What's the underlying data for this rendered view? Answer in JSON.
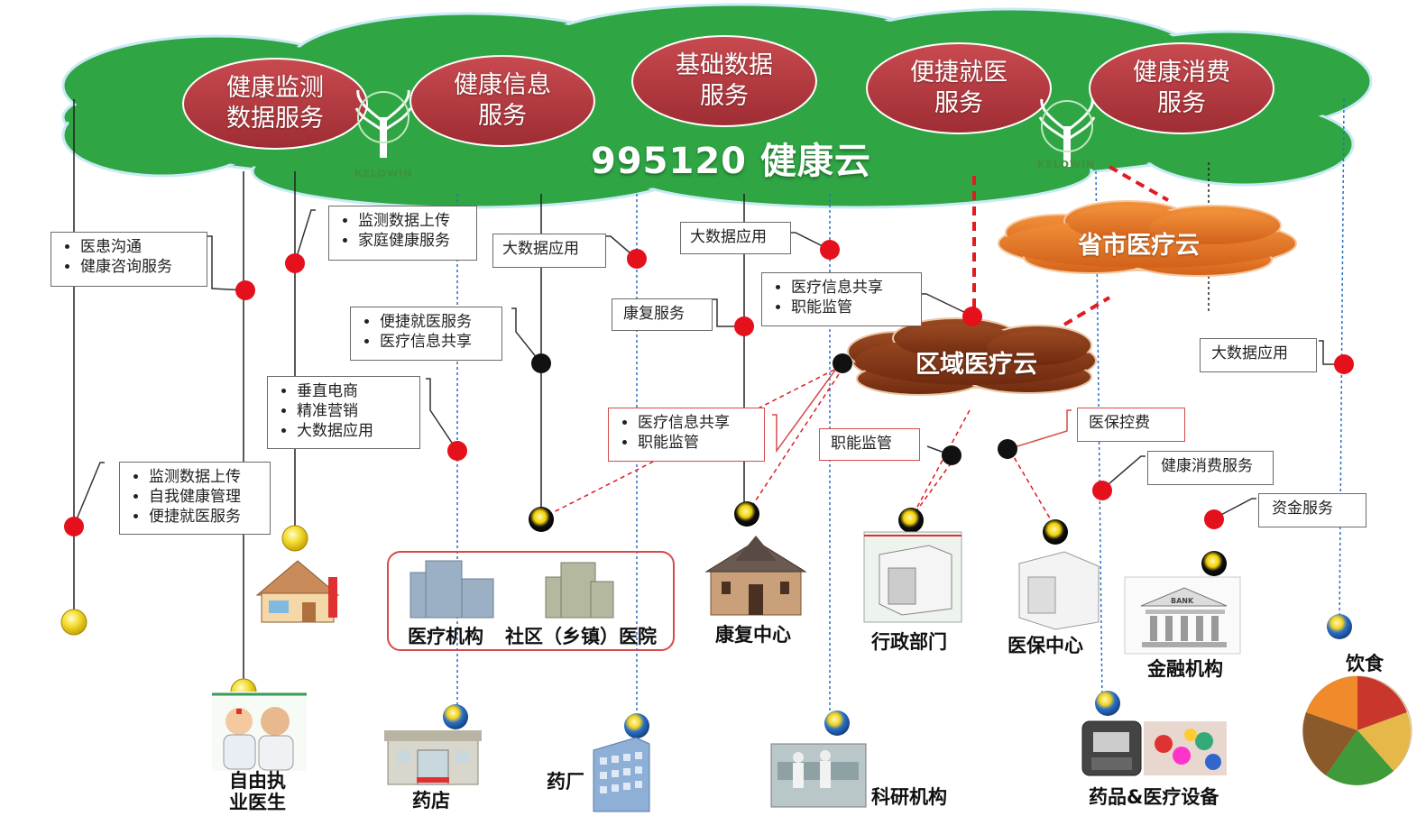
{
  "cloud": {
    "title": "995120 健康云",
    "logo_text": "KELOWIN",
    "services": [
      "健康监测\n数据服务",
      "健康信息\n服务",
      "基础数据\n服务",
      "便捷就医\n服务",
      "健康消费\n服务"
    ]
  },
  "province_cloud": "省市医疗云",
  "region_cloud": "区域医疗云",
  "boxes": {
    "b1": [
      "医患沟通",
      "健康咨询服务"
    ],
    "b2": [
      "监测数据上传",
      "家庭健康服务"
    ],
    "b3": "大数据应用",
    "b4": "大数据应用",
    "b5": [
      "便捷就医服务",
      "医疗信息共享"
    ],
    "b6": "康复服务",
    "b7": [
      "医疗信息共享",
      "职能监管"
    ],
    "b8": [
      "垂直电商",
      "精准营销",
      "大数据应用"
    ],
    "b9": [
      "医疗信息共享",
      "职能监管"
    ],
    "b10": "职能监管",
    "b11": "医保控费",
    "b12": "大数据应用",
    "b13": [
      "监测数据上传",
      "自我健康管理",
      "便捷就医服务"
    ],
    "b14": "健康消费服务",
    "b15": "资金服务"
  },
  "nodes": {
    "hospital": "医疗机构",
    "community": "社区（乡镇）医院",
    "rehab": "康复中心",
    "admin": "行政部门",
    "insurance": "医保中心",
    "finance": "金融机构",
    "bank_sign": "BANK",
    "food": "饮食",
    "doctor": "自由执\n业医生",
    "pharmacy": "药店",
    "factory": "药厂",
    "research": "科研机构",
    "devices": "药品&医疗设备"
  },
  "colors": {
    "cloud_green": "#2fa544",
    "oval_red": "#b3383d",
    "orange_cloud": "#e8792b",
    "brown_cloud": "#8a3a1a",
    "dot_red": "#e4101c",
    "dot_yellow": "#f5d617",
    "dot_blue": "#2a6fc9"
  }
}
